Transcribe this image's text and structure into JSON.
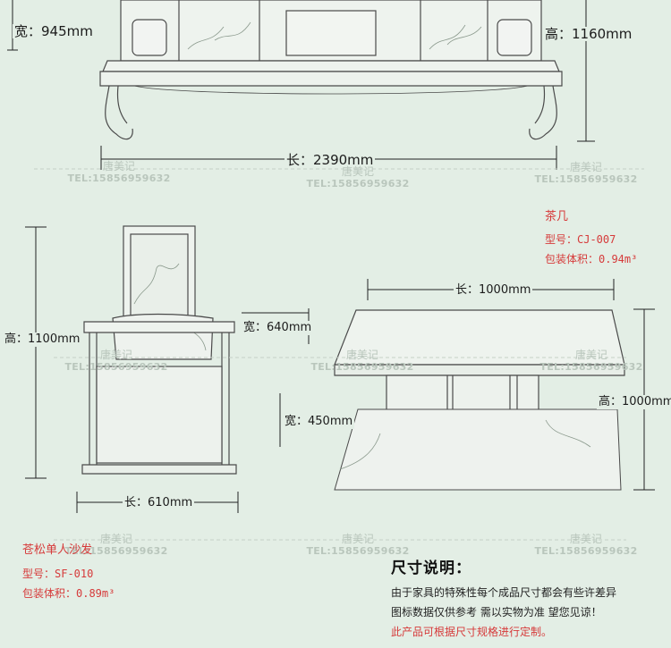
{
  "sofa": {
    "width_label": "宽：945mm",
    "height_label": "高：1160mm",
    "length_label": "长：2390mm"
  },
  "chair": {
    "height_label": "高：1100mm",
    "width_label": "宽：640mm",
    "length_label": "长：610mm",
    "name": "苍松单人沙发",
    "model": "型号：SF-010",
    "volume": "包装体积：0.89m³"
  },
  "table": {
    "name": "茶几",
    "model": "型号：CJ-007",
    "volume": "包装体积：0.94m³",
    "length_label": "长：1000mm",
    "width_label": "宽：450mm",
    "height_label": "高：1000mm"
  },
  "watermark": {
    "name": "唐美记",
    "tel": "TEL:15856959632"
  },
  "notes": {
    "title": "尺寸说明：",
    "line1": "由于家具的特殊性每个成品尺寸都会有些许差异",
    "line2": "图标数据仅供参考   需以实物为准   望您见谅！",
    "line3": "此产品可根据尺寸规格进行定制。"
  },
  "colors": {
    "background": "#e3eee5",
    "accent_red": "#d63a3a",
    "watermark": "#b9c6bc"
  }
}
